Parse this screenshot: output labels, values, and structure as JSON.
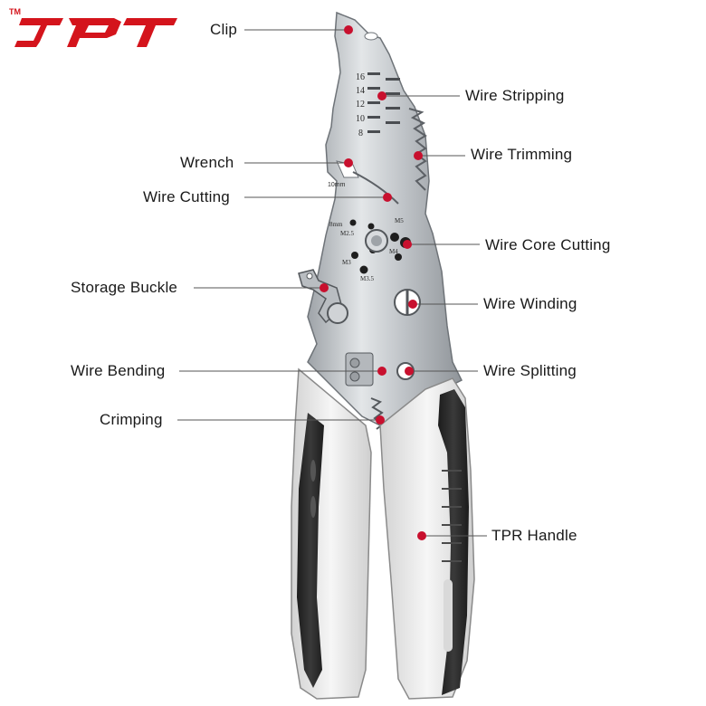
{
  "brand": {
    "name": "JPT",
    "trademark": "TM",
    "color": "#d4141c"
  },
  "tool_markings": {
    "gauge_numbers": [
      "16",
      "14",
      "12",
      "10",
      "8"
    ],
    "wrench_size": "10mm",
    "hole_labels": [
      "8mm",
      "M2.5",
      "M3",
      "M3.5",
      "M4",
      "M5"
    ]
  },
  "callouts": [
    {
      "id": "clip",
      "label": "Clip",
      "side": "left"
    },
    {
      "id": "wire-stripping",
      "label": "Wire Stripping",
      "side": "right"
    },
    {
      "id": "wire-trimming",
      "label": "Wire Trimming",
      "side": "right"
    },
    {
      "id": "wrench",
      "label": "Wrench",
      "side": "left"
    },
    {
      "id": "wire-cutting",
      "label": "Wire Cutting",
      "side": "left"
    },
    {
      "id": "wire-core-cutting",
      "label": "Wire Core Cutting",
      "side": "right"
    },
    {
      "id": "storage-buckle",
      "label": "Storage Buckle",
      "side": "left"
    },
    {
      "id": "wire-winding",
      "label": "Wire Winding",
      "side": "right"
    },
    {
      "id": "wire-bending",
      "label": "Wire Bending",
      "side": "left"
    },
    {
      "id": "wire-splitting",
      "label": "Wire Splitting",
      "side": "right"
    },
    {
      "id": "crimping",
      "label": "Crimping",
      "side": "left"
    },
    {
      "id": "tpr-handle",
      "label": "TPR Handle",
      "side": "right"
    }
  ],
  "colors": {
    "marker": "#c8102e",
    "steel": "#c9cdd1",
    "grip_dark": "#2b2b2b",
    "handle_white": "#e9e9e9"
  }
}
